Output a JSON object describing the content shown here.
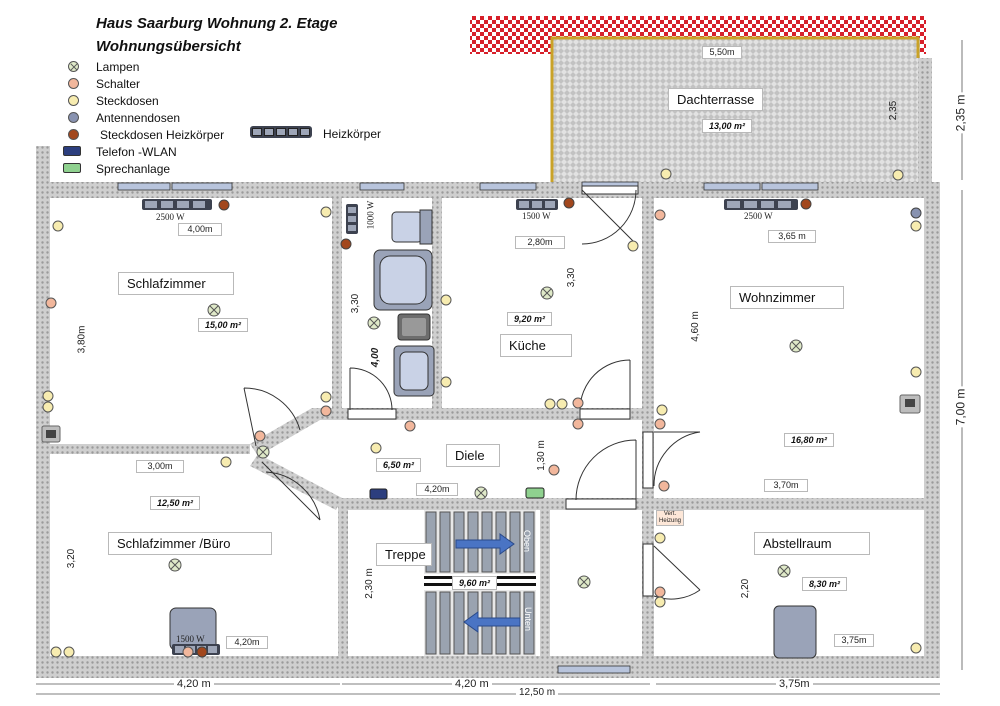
{
  "header": {
    "title_line1": "Haus Saarburg Wohnung 2. Etage",
    "title_line2": "Wohnungsübersicht"
  },
  "legend": {
    "lamps": "Lampen",
    "switches": "Schalter",
    "sockets": "Steckdosen",
    "antenna": "Antennendosen",
    "heater_sockets": "Steckdosen Heizkörper",
    "heater": "Heizkörper",
    "phone": "Telefon -WLAN",
    "intercom": "Sprechanlage"
  },
  "colors": {
    "lamp": "#dfe9c8",
    "switch": "#f2b79c",
    "socket": "#f7ecb0",
    "antenna": "#8892b0",
    "heater_socket": "#a2471d",
    "phone": "#2c3e7e",
    "intercom": "#8fd18f",
    "roof_check": "#d7202a",
    "wall": "#c8c8c8",
    "door_arrow": "#4a74c4"
  },
  "rooms": {
    "terrace": {
      "name": "Dachterrasse",
      "area": "13,00 m²",
      "width": "5,50m",
      "depth": "2,35"
    },
    "bedroom": {
      "name": "Schlafzimmer",
      "area": "15,00 m²",
      "width": "4,00m",
      "depth": "3,80m",
      "heater": "2500 W"
    },
    "bath": {
      "depth": "3,30",
      "width": "4,00",
      "heater": "1000 W"
    },
    "kitchen": {
      "name": "Küche",
      "area": "9,20 m²",
      "width": "2,80m",
      "depth": "3,30",
      "heater": "1500 W"
    },
    "living": {
      "name": "Wohnzimmer",
      "area": "16,80 m²",
      "width": "3,65 m",
      "depth": "4,60 m",
      "heater": "2500 W"
    },
    "hall": {
      "name": "Diele",
      "area": "6,50 m²",
      "width": "4,20m",
      "depth": "1,30 m"
    },
    "office": {
      "name": "Schlafzimmer /Büro",
      "area": "12,50 m²",
      "width": "3,00m",
      "width2": "4,20m",
      "depth": "3,20",
      "heater": "1500 W"
    },
    "stairs": {
      "name": "Treppe",
      "area": "9,60 m²",
      "depth": "2,30 m",
      "up": "Oben",
      "down": "Unten"
    },
    "storage": {
      "name": "Abstellraum",
      "area": "8,30 m²",
      "width": "3,70m",
      "width2": "3,75m",
      "depth": "2,20",
      "distributor": "Vert. Heizung"
    }
  },
  "dimensions": {
    "bottom_left": "4,20 m",
    "bottom_mid": "4,20 m",
    "bottom_right": "3,75m",
    "total": "12,50 m",
    "right_top": "2,35 m",
    "right_main": "7,00 m"
  }
}
